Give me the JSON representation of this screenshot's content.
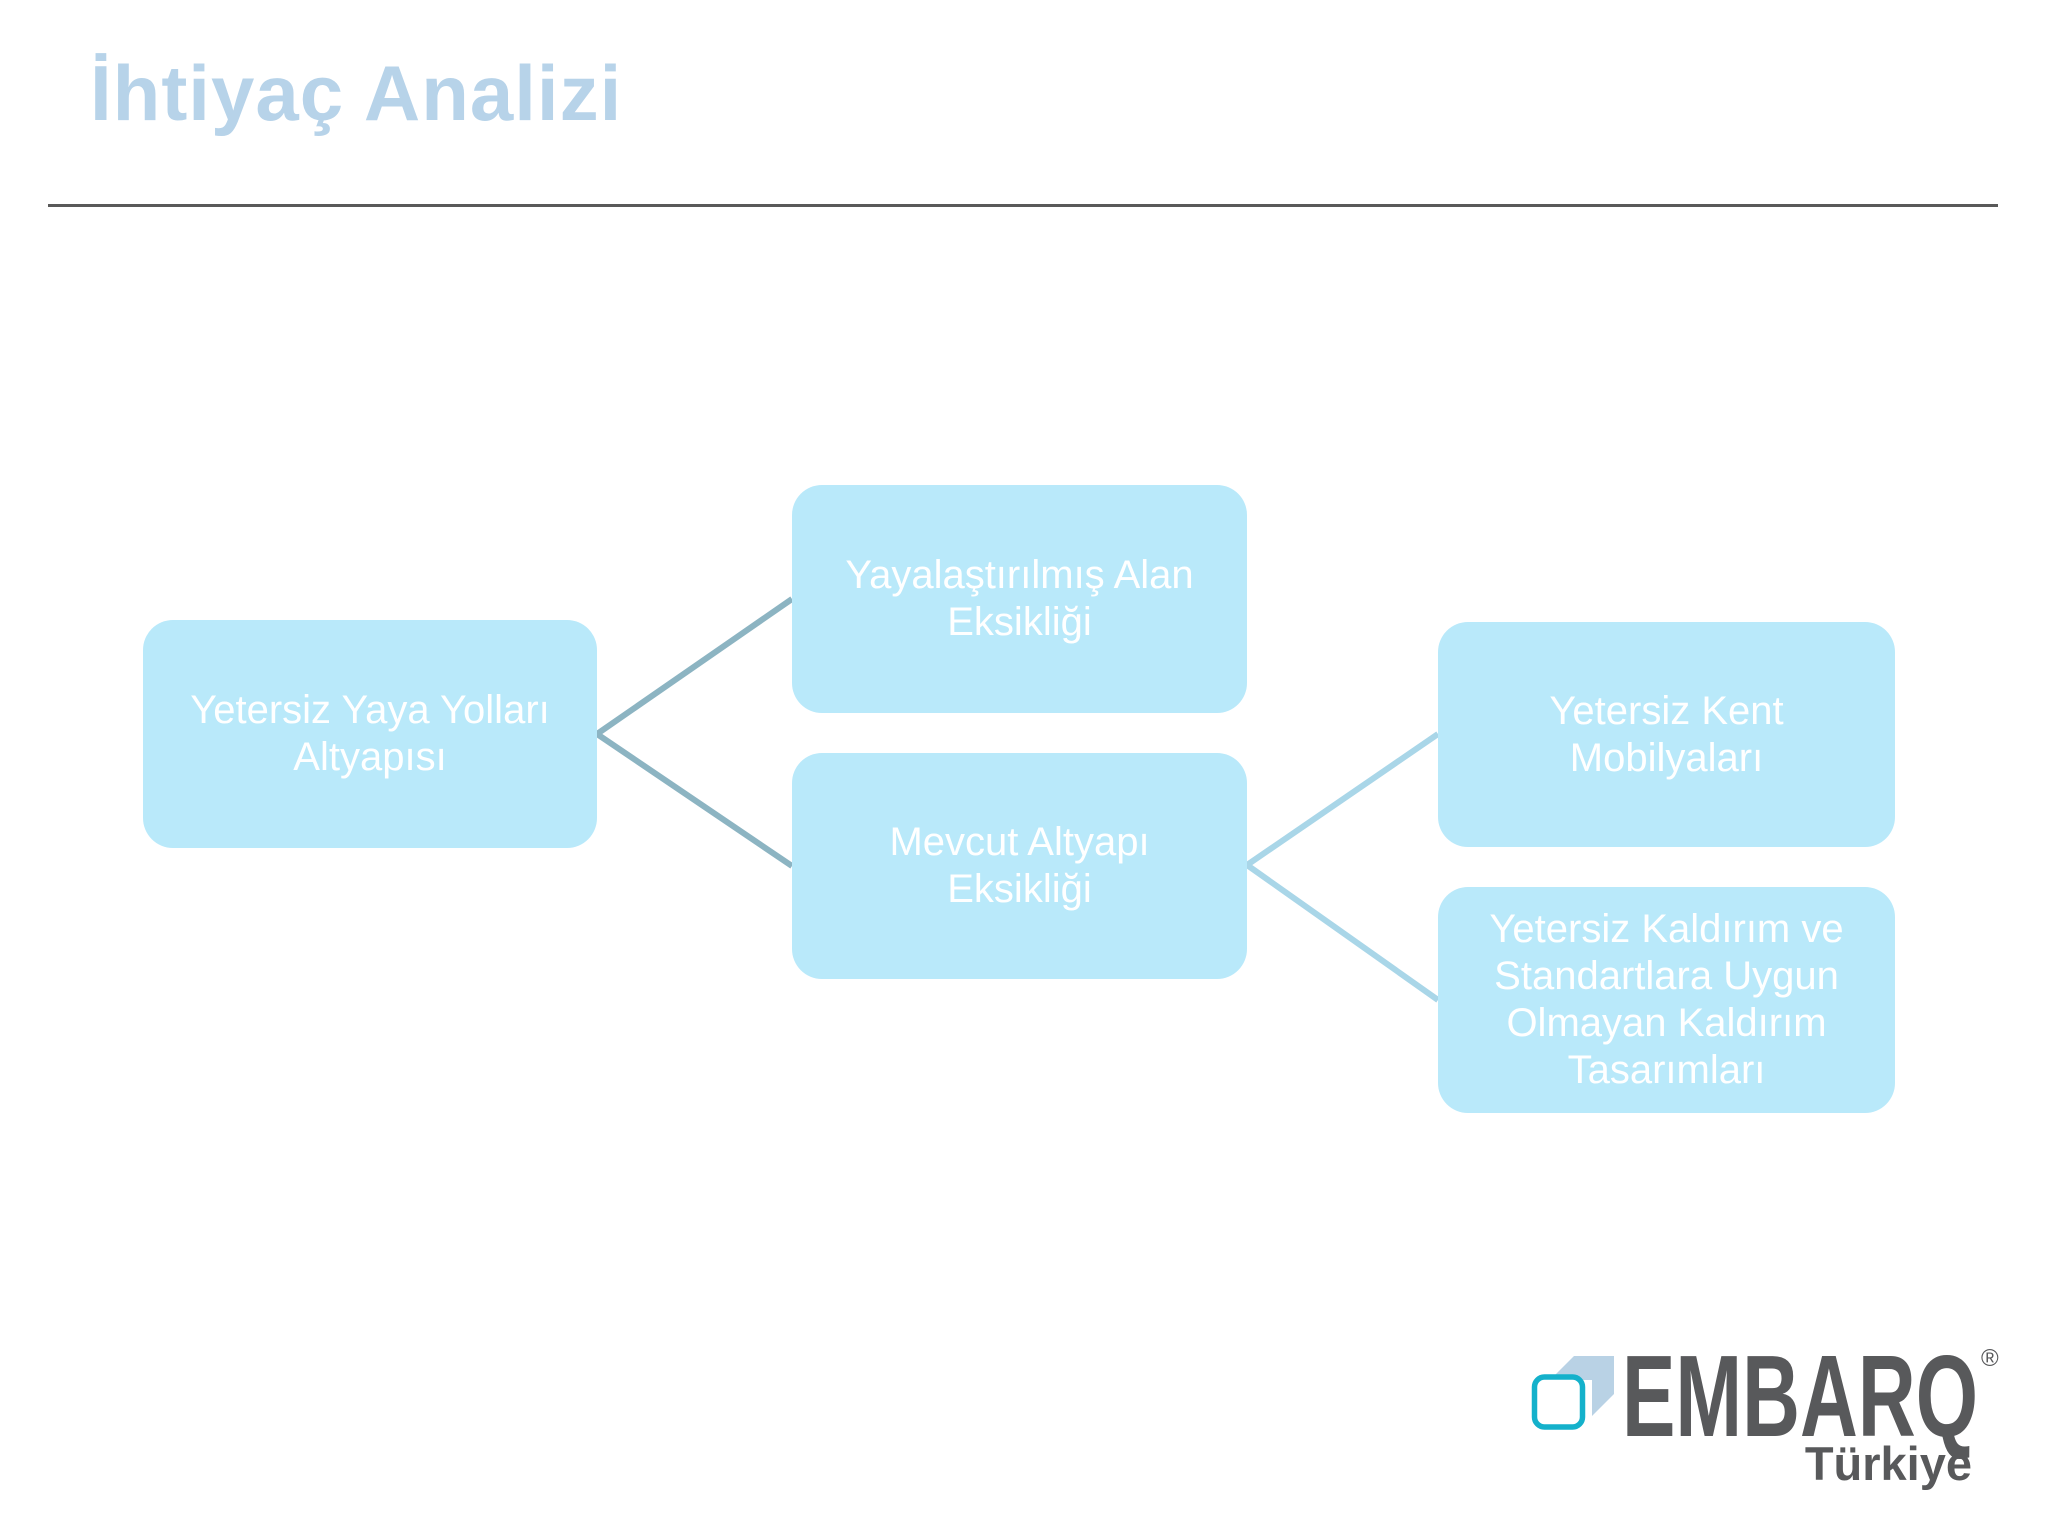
{
  "slide": {
    "title": "İhtiyaç Analizi"
  },
  "diagram": {
    "boxes": [
      {
        "id": "yetersiz-yaya-yollari-altyapisi",
        "label": "Yetersiz Yaya Yolları\nAltyapısı"
      },
      {
        "id": "yayalastirilmis-alan-eksikligi",
        "label": "Yayalaştırılmış Alan\nEksikliği"
      },
      {
        "id": "mevcut-altyapi-eksikligi",
        "label": "Mevcut Altyapı\nEksikliği"
      },
      {
        "id": "yetersiz-kent-mobilyalari",
        "label": "Yetersiz Kent\nMobilyaları"
      },
      {
        "id": "yetersiz-kaldirim-tasarimlari",
        "label": "Yetersiz Kaldırım  ve\nStandartlara Uygun\nOlmayan Kaldırım\nTasarımları"
      }
    ]
  },
  "logo": {
    "brand": "EMBARQ",
    "registered": "®",
    "region": "Türkiye"
  },
  "theme": {
    "background": "#ffffff",
    "title_color": "#b7d3e9",
    "divider_color": "#595959",
    "box_fill": "#b9e9fa",
    "box_text": "#ffffff",
    "connector_left": "#8cb4c2",
    "connector_right": "#a9d6e8",
    "logo_gray": "#58595b",
    "logo_teal": "#14b1cb",
    "logo_cube": "#b9d2e5"
  }
}
